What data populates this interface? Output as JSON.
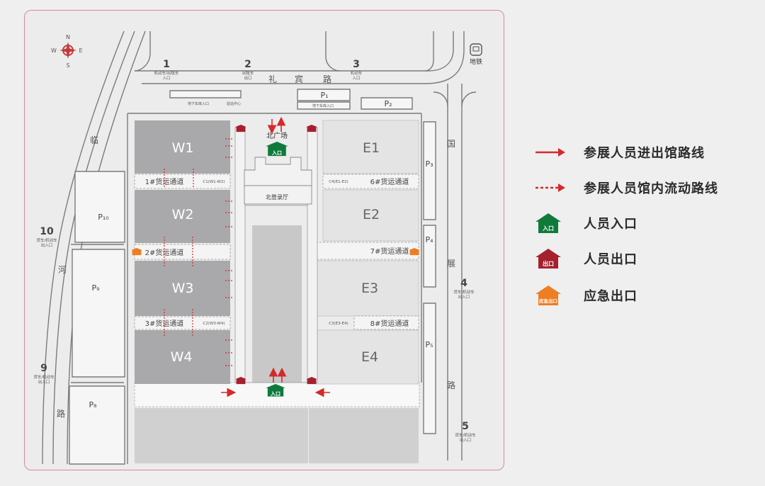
{
  "compass": {
    "n": "N",
    "s": "S",
    "e": "E",
    "w": "W"
  },
  "roads": {
    "top": [
      "礼",
      "宾",
      "路"
    ],
    "left": [
      "临",
      "河",
      "路"
    ],
    "right": [
      "国",
      "展",
      "路"
    ]
  },
  "metro": {
    "label": "地铁"
  },
  "gates": [
    {
      "num": "1",
      "desc": "机动车/出租车",
      "desc2": "入口"
    },
    {
      "num": "2",
      "desc": "出租车",
      "desc2": "出口"
    },
    {
      "num": "3",
      "desc": "机动车",
      "desc2": "入口"
    },
    {
      "num": "4",
      "desc": "货车/机动车",
      "desc2": "出入口"
    },
    {
      "num": "5",
      "desc": "货车/机动车",
      "desc2": "出入口"
    },
    {
      "num": "9",
      "desc": "货车/机动车",
      "desc2": "出入口"
    },
    {
      "num": "10",
      "desc": "货车/机动车",
      "desc2": "出入口"
    }
  ],
  "parking": {
    "p1": "P₁",
    "p2": "P₂",
    "p3": "P₃",
    "p4": "P₄",
    "p5": "P₅",
    "p8": "P₈",
    "p9": "P₉",
    "p10": "P₁₀",
    "sub1": "地下车库入口",
    "sub2": "地下车库入口",
    "sub3": "驻站中心"
  },
  "halls": {
    "w1": "W1",
    "w2": "W2",
    "w3": "W3",
    "w4": "W4",
    "e1": "E1",
    "e2": "E2",
    "e3": "E3",
    "e4": "E4"
  },
  "channels": {
    "c1": "1#货运通道",
    "c2": "2#货运通道",
    "c3": "3#货运通道",
    "c6": "6#货运通道",
    "c7": "7#货运通道",
    "c8": "8#货运通道",
    "cw12": "C1(W1-W2)",
    "cw34": "C2(W3-W4)",
    "ce12": "C4(E1-E2)",
    "ce34": "C3(E3-E4)"
  },
  "plaza": {
    "north": "北广场",
    "hall": "北登录厅"
  },
  "signs": {
    "entry": "入口",
    "exit": "出口"
  },
  "legend": [
    {
      "type": "solid-arrow",
      "label": "参展人员进出馆路线"
    },
    {
      "type": "dashed-arrow",
      "label": "参展人员馆内流动路线"
    },
    {
      "type": "entry",
      "icon_text": "入口",
      "label": "人员入口"
    },
    {
      "type": "exit",
      "icon_text": "出口",
      "label": "人员出口"
    },
    {
      "type": "emergency",
      "icon_text": "应急出口",
      "label": "应急出口"
    }
  ],
  "colors": {
    "red": "#d42a2a",
    "darkred": "#a5212d",
    "green": "#0f7a3c",
    "orange": "#ef7d22",
    "hall_w": "#a9a9ab",
    "hall_e": "#e4e4e4",
    "frame": "#d98a93"
  }
}
